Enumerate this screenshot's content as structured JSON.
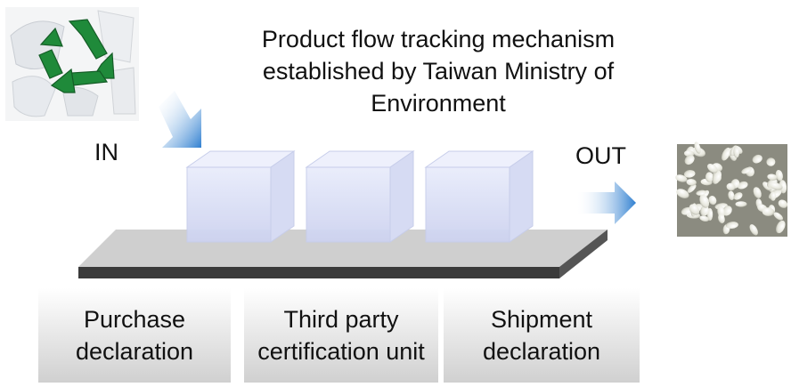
{
  "title_lines": [
    "Product flow tracking mechanism",
    "established by Taiwan Ministry of",
    "Environment"
  ],
  "in_label": "IN",
  "out_label": "OUT",
  "stages": [
    {
      "lines": [
        "Purchase",
        "declaration"
      ]
    },
    {
      "lines": [
        "Third party",
        "certification unit"
      ]
    },
    {
      "lines": [
        "Shipment",
        "declaration"
      ]
    }
  ],
  "icons": {
    "input": "plastic-waste-recycle-photo",
    "output": "plastic-pellets-photo",
    "in_arrow": "arrow-down-right-icon",
    "out_arrow": "arrow-right-icon"
  },
  "colors": {
    "arrow": "#3f8fd6",
    "recycle_green": "#1f8a3a",
    "belt_top": "#cfcfcf",
    "belt_side": "#3a3a3a",
    "cube": "#dfe3f7"
  }
}
